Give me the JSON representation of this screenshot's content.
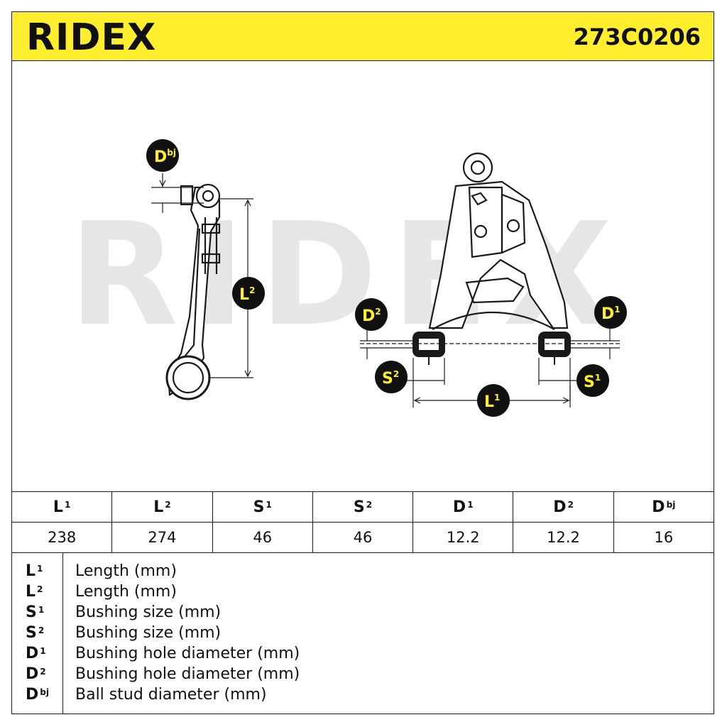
{
  "header": {
    "brand": "RIDEX",
    "part_number": "273C0206"
  },
  "watermark": {
    "text": "RIDEX"
  },
  "diagram": {
    "side_view_labels": {
      "ball_stud": "D",
      "ball_stud_sup": "bj",
      "length2": "L",
      "length2_sup": "2"
    },
    "top_view_labels": {
      "d2": "D",
      "d2_sup": "2",
      "d1": "D",
      "d1_sup": "1",
      "s2": "S",
      "s2_sup": "2",
      "s1": "S",
      "s1_sup": "1",
      "l1": "L",
      "l1_sup": "1"
    }
  },
  "spec_table": {
    "headers": [
      {
        "key": "L",
        "sup": "1"
      },
      {
        "key": "L",
        "sup": "2"
      },
      {
        "key": "S",
        "sup": "1"
      },
      {
        "key": "S",
        "sup": "2"
      },
      {
        "key": "D",
        "sup": "1"
      },
      {
        "key": "D",
        "sup": "2"
      },
      {
        "key": "D",
        "sup": "bj"
      }
    ],
    "values": [
      "238",
      "274",
      "46",
      "46",
      "12.2",
      "12.2",
      "16"
    ]
  },
  "legend": [
    {
      "key": "L",
      "sup": "1",
      "desc": "Length (mm)"
    },
    {
      "key": "L",
      "sup": "2",
      "desc": "Length (mm)"
    },
    {
      "key": "S",
      "sup": "1",
      "desc": "Bushing size (mm)"
    },
    {
      "key": "S",
      "sup": "2",
      "desc": "Bushing size (mm)"
    },
    {
      "key": "D",
      "sup": "1",
      "desc": "Bushing hole diameter (mm)"
    },
    {
      "key": "D",
      "sup": "2",
      "desc": "Bushing hole diameter (mm)"
    },
    {
      "key": "D",
      "sup": "bj",
      "desc": "Ball stud diameter (mm)"
    }
  ],
  "colors": {
    "accent_yellow": "#ffee2e",
    "badge_black": "#111111",
    "line": "#1a1a1a",
    "watermark": "#e6e6e6"
  }
}
